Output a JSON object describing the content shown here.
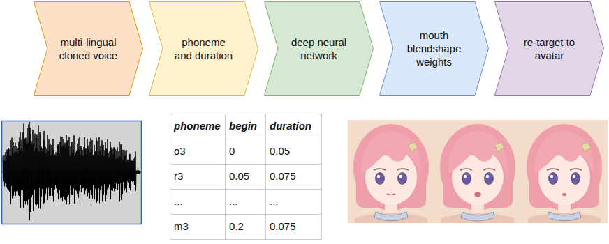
{
  "diagram": {
    "nodes": [
      {
        "text": [
          "multi-lingual cloned voice"
        ]
      },
      {
        "text": [
          "phoneme and duration"
        ]
      },
      {
        "text": [
          "deep neural network"
        ]
      },
      {
        "text": [
          "mouth blendshape weights"
        ]
      },
      {
        "text": [
          "re-target to avatar"
        ]
      }
    ],
    "labels": [
      "phoneme",
      "begin",
      "duration",
      "o3",
      "0",
      "0.05",
      "r3",
      "0.05",
      "0.075",
      "...",
      "...",
      "...",
      "m3",
      "0.2",
      "0.075"
    ]
  }
}
